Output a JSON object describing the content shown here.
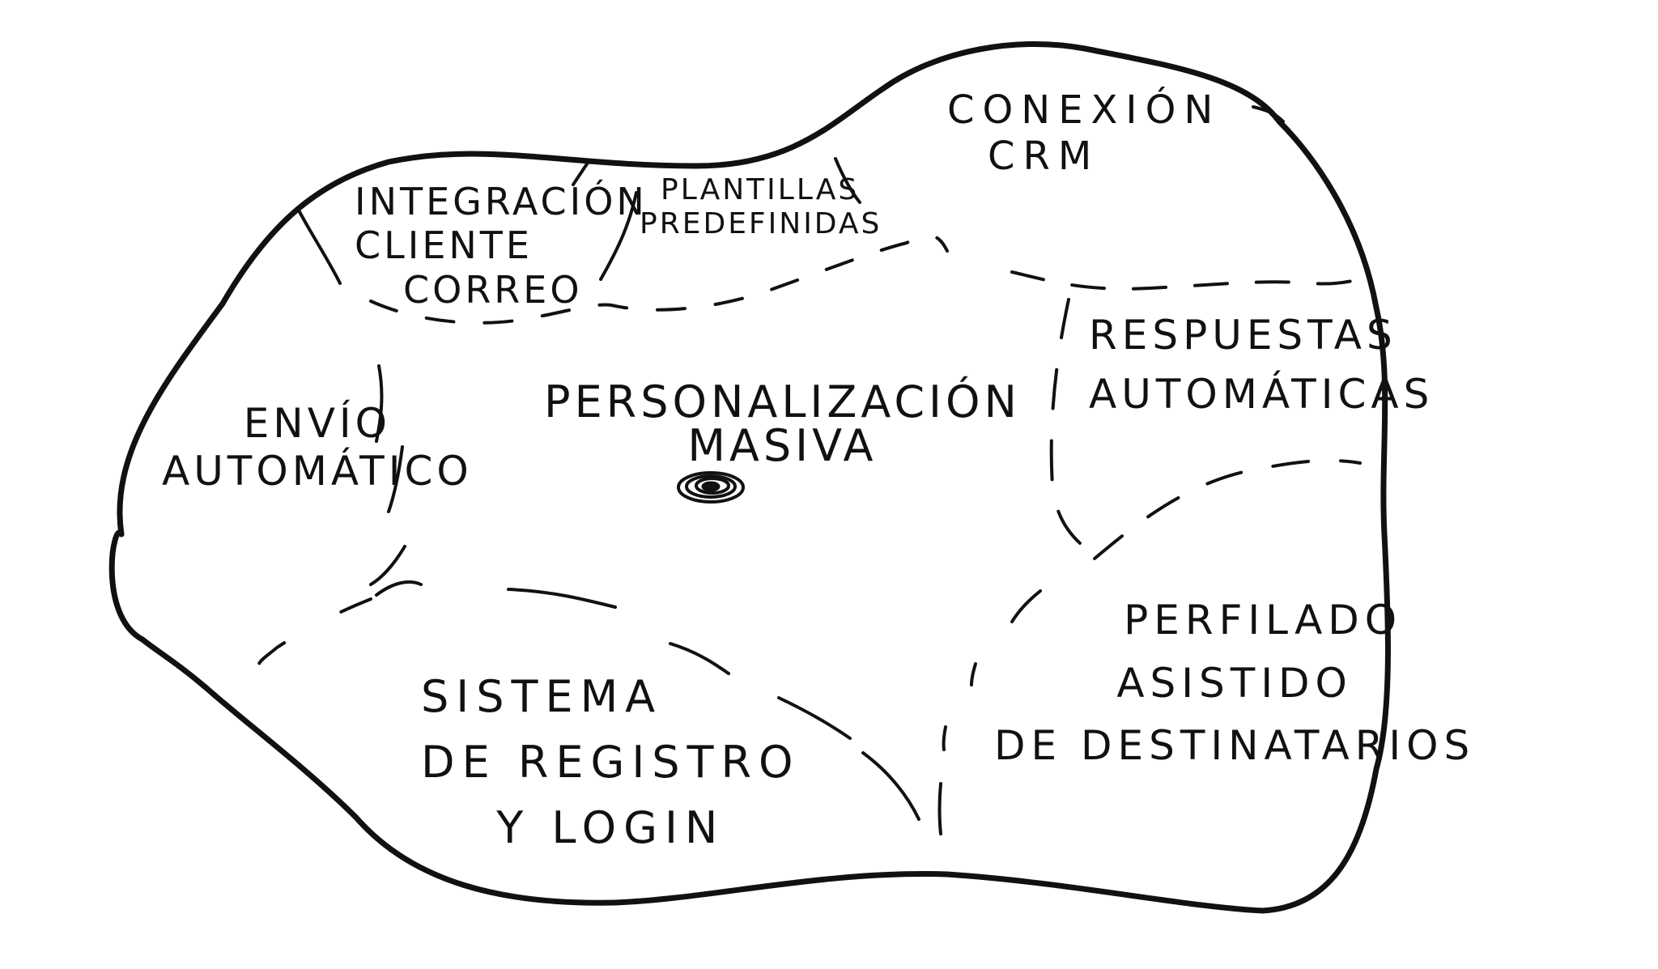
{
  "diagram": {
    "regions": [
      {
        "id": "crm",
        "lines": [
          "CONEXIÓN",
          "CRM"
        ]
      },
      {
        "id": "integracion",
        "lines": [
          "INTEGRACIÓN",
          "CLIENTE",
          "CORREO"
        ]
      },
      {
        "id": "plantillas",
        "lines": [
          "PLANTILLAS",
          "PREDEFINIDAS"
        ]
      },
      {
        "id": "respuestas",
        "lines": [
          "RESPUESTAS",
          "AUTOMÁTICAS"
        ]
      },
      {
        "id": "personalizacion",
        "lines": [
          "PERSONALIZACIÓN",
          "MASIVA"
        ]
      },
      {
        "id": "envio",
        "lines": [
          "ENVÍO",
          "AUTOMÁTICO"
        ]
      },
      {
        "id": "perfilado",
        "lines": [
          "PERFILADO",
          "ASISTIDO",
          "DE DESTINATARIOS"
        ]
      },
      {
        "id": "sistema",
        "lines": [
          "SISTEMA",
          "DE REGISTRO",
          "Y LOGIN"
        ]
      }
    ],
    "colors": {
      "ink": "#111111",
      "background": "#ffffff"
    },
    "center_marker": "scribbled-dot"
  }
}
